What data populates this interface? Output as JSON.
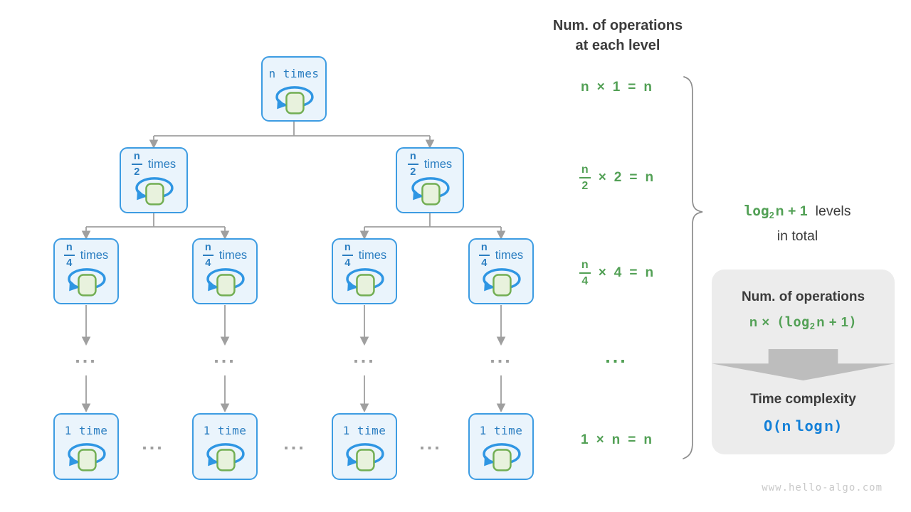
{
  "header": {
    "line1": "Num. of operations",
    "line2": "at each level"
  },
  "tree": {
    "root_label": "n times",
    "half": {
      "num": "n",
      "den": "2",
      "suffix": "times"
    },
    "quarter": {
      "num": "n",
      "den": "4",
      "suffix": "times"
    },
    "leaf_label": "1 time",
    "ellipsis": "..."
  },
  "formulas": {
    "row1": {
      "a": "n",
      "x": "×",
      "b": "1",
      "eq": "=",
      "c": "n"
    },
    "row2": {
      "num": "n",
      "den": "2",
      "x": "×",
      "b": "2",
      "eq": "=",
      "c": "n"
    },
    "row3": {
      "num": "n",
      "den": "4",
      "x": "×",
      "b": "4",
      "eq": "=",
      "c": "n"
    },
    "dots": "...",
    "row4": {
      "a": "1",
      "x": "×",
      "b": "n",
      "eq": "=",
      "c": "n"
    }
  },
  "brace_label": {
    "log": "log",
    "sub": "2",
    "green_rest": "n + 1",
    "levels": "levels",
    "line2": "in total"
  },
  "panel": {
    "title": "Num. of operations",
    "formula": {
      "lead": "n ×",
      "open": "(",
      "log": "log",
      "sub": "2",
      "rest": "n + 1",
      "close": ")"
    },
    "time_title": "Time complexity",
    "complexity": {
      "open": "O(",
      "n1": "n",
      "log": "log",
      "n2": "n",
      "close": ")"
    }
  },
  "watermark": "www.hello-algo.com",
  "colors": {
    "node_border": "#3d9ce2",
    "node_fill": "#eaf4fc",
    "node_text": "#2b7ec1",
    "loop_blue": "#2f96e3",
    "square_fill": "#e8f2dd",
    "square_border": "#72ae53",
    "green": "#52a055",
    "blue": "#1380d8",
    "connector_gray": "#9f9f9f",
    "dark_text": "#3b3b3b",
    "panel_bg": "#ececec",
    "brace": "#8c8c8c",
    "watermark": "#c9c9c9"
  }
}
